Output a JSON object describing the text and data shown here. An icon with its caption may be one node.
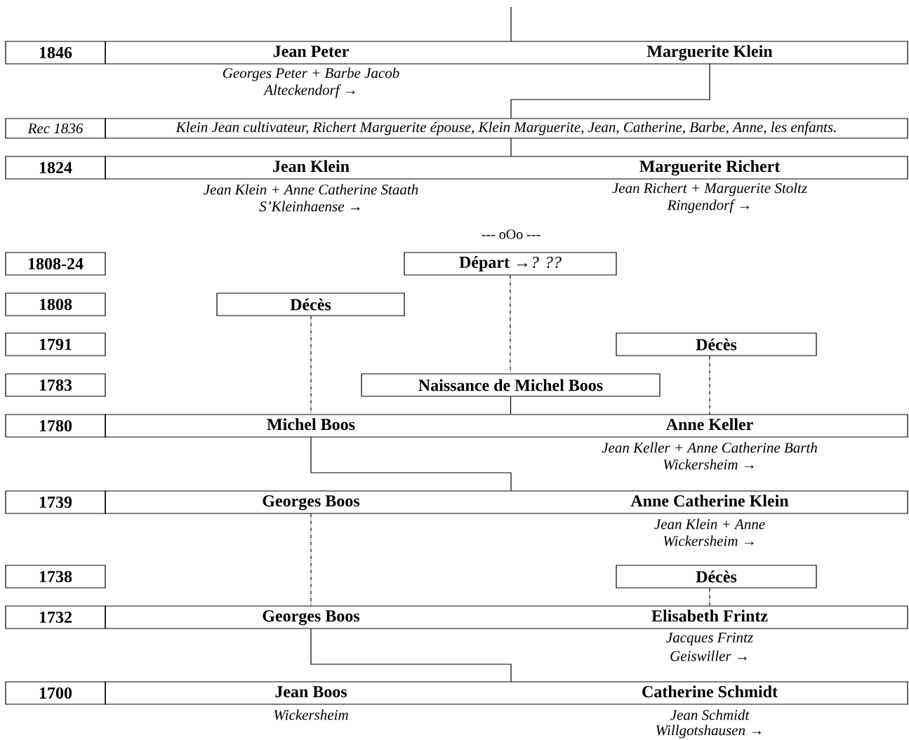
{
  "diagram": {
    "nodes": [
      {
        "text": [
          "1846"
        ]
      },
      {
        "text": [],
        "shape": "box"
      },
      {
        "text": [
          "Jean Peter"
        ],
        "in": 1,
        "beside": [
          "Georges Peter + Barbe Jacob",
          "Alteckendorf →"
        ]
      },
      {
        "text": [
          "Marguerite Klein"
        ],
        "in": 1
      },
      {
        "text": [
          "Rec 1836"
        ]
      },
      {
        "text": [
          "Klein Jean cultivateur, Richert Marguerite épouse, Klein Marguerite, Jean, Catherine, Barbe, Anne, les enfants."
        ]
      },
      {
        "text": [
          "1824"
        ]
      },
      {
        "text": [],
        "shape": "box"
      },
      {
        "text": [
          "Jean Klein"
        ],
        "in": 7,
        "beside": [
          "Jean Klein + Anne Catherine Staath",
          "S’Kleinhaense →"
        ]
      },
      {
        "text": [
          "Marguerite Richert"
        ],
        "in": 7,
        "beside": [
          "Jean Richert + Marguerite Stoltz",
          "Ringendorf →"
        ]
      },
      {
        "text": [
          "1808-24"
        ]
      },
      {
        "text": [
          "**Départ** *→? ??*"
        ]
      },
      {
        "text": [
          "1808"
        ]
      },
      {
        "text": [
          "Décès"
        ]
      },
      {
        "text": [
          "1791"
        ]
      },
      {
        "text": [
          "Décès"
        ]
      },
      {
        "text": [
          "1783"
        ]
      },
      {
        "text": [
          "Naissance de Michel Boos"
        ]
      },
      {
        "text": [
          "1780"
        ]
      },
      {
        "text": [],
        "shape": "box"
      },
      {
        "text": [
          "Michel Boos"
        ],
        "in": 19
      },
      {
        "text": [
          "Anne Keller"
        ],
        "in": 19,
        "beside": [
          "Jean Keller + Anne Catherine Barth",
          "Wickersheim →"
        ]
      },
      {
        "text": [
          "1739"
        ]
      },
      {
        "text": [],
        "shape": "box"
      },
      {
        "text": [
          "Georges Boos"
        ],
        "in": 23
      },
      {
        "text": [
          "Anne Catherine Klein"
        ],
        "in": 23,
        "beside": [
          "Jean Klein + Anne",
          "Wickersheim →"
        ]
      },
      {
        "text": [
          "1738"
        ]
      },
      {
        "text": [
          "Décès"
        ]
      },
      {
        "text": [
          "1732"
        ]
      },
      {
        "text": [],
        "shape": "box"
      },
      {
        "text": [
          "Georges Boos"
        ],
        "in": 29
      },
      {
        "text": [
          "Elisabeth Frintz"
        ],
        "in": 29,
        "beside": [
          "Jacques Frintz",
          "Geiswiller →"
        ]
      },
      {
        "text": [
          "1700"
        ]
      },
      {
        "text": [],
        "shape": "box"
      },
      {
        "text": [
          "Jean Boos"
        ],
        "in": 33,
        "beside": [
          "Wickersheim"
        ]
      },
      {
        "text": [
          "Catherine Schmidt"
        ],
        "in": 33,
        "beside": [
          "Jean Schmidt",
          "Willgotshausen →"
        ]
      }
    ],
    "edges": [
      {
        "from": null,
        "to": 1,
        "arrow": "none"
      },
      {
        "from": 3,
        "to": 5,
        "arrow": "none"
      },
      {
        "from": 5,
        "to": 7,
        "arrow": "none"
      },
      {
        "from": 11,
        "to": 17,
        "arrow": "none",
        "style": "dashed"
      },
      {
        "from": 17,
        "to": 19,
        "arrow": "none"
      },
      {
        "from": 13,
        "to": 20,
        "arrow": "none",
        "style": "dashed"
      },
      {
        "from": 15,
        "to": 21,
        "arrow": "none",
        "style": "dashed"
      },
      {
        "from": 20,
        "to": 23,
        "arrow": "none"
      },
      {
        "from": 24,
        "to": 30,
        "arrow": "none",
        "style": "dashed"
      },
      {
        "from": 27,
        "to": 31,
        "arrow": "none",
        "style": "dashed"
      },
      {
        "from": 30,
        "to": 33,
        "arrow": "none"
      }
    ],
    "labels": [
      "--- oOo ---"
    ]
  }
}
